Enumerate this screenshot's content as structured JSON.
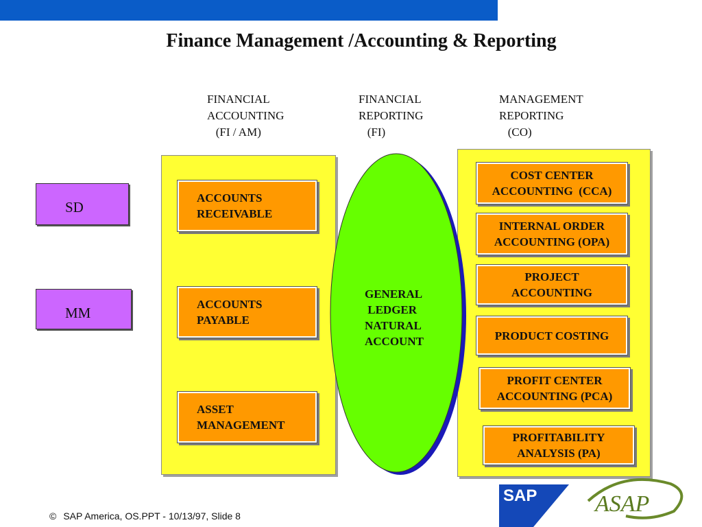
{
  "title": "Finance Management /Accounting & Reporting",
  "columns": {
    "fi_am": "FINANCIAL\nACCOUNTING\n   (FI / AM)",
    "fi": "FINANCIAL\nREPORTING\n   (FI)",
    "co": "MANAGEMENT\nREPORTING\n   (CO)"
  },
  "modules": {
    "sd": "SD",
    "mm": "MM"
  },
  "fi_boxes": {
    "ar": "ACCOUNTS\nRECEIVABLE",
    "ap": "ACCOUNTS\nPAYABLE",
    "asset": "ASSET\nMANAGEMENT"
  },
  "general_ledger": "GENERAL\n LEDGER\nNATURAL\nACCOUNT",
  "co_boxes": {
    "cca": "COST CENTER\nACCOUNTING  (CCA)",
    "opa": "INTERNAL ORDER\nACCOUNTING (OPA)",
    "project": "PROJECT\nACCOUNTING",
    "product": "PRODUCT COSTING",
    "pca": "PROFIT CENTER\nACCOUNTING (PCA)",
    "pa": "PROFITABILITY\nANALYSIS (PA)"
  },
  "logos": {
    "sap": "SAP",
    "asap": "ASAP"
  },
  "footer": {
    "copyright_symbol": "©",
    "text": "SAP America, OS.PPT - 10/13/97, Slide 8"
  },
  "colors": {
    "top_bar": "#0a5cc8",
    "panel": "#ffff33",
    "box": "#ff9900",
    "module": "#cc66ff",
    "ledger": "#66ff00",
    "ledger_shadow": "#1a1ab8"
  }
}
